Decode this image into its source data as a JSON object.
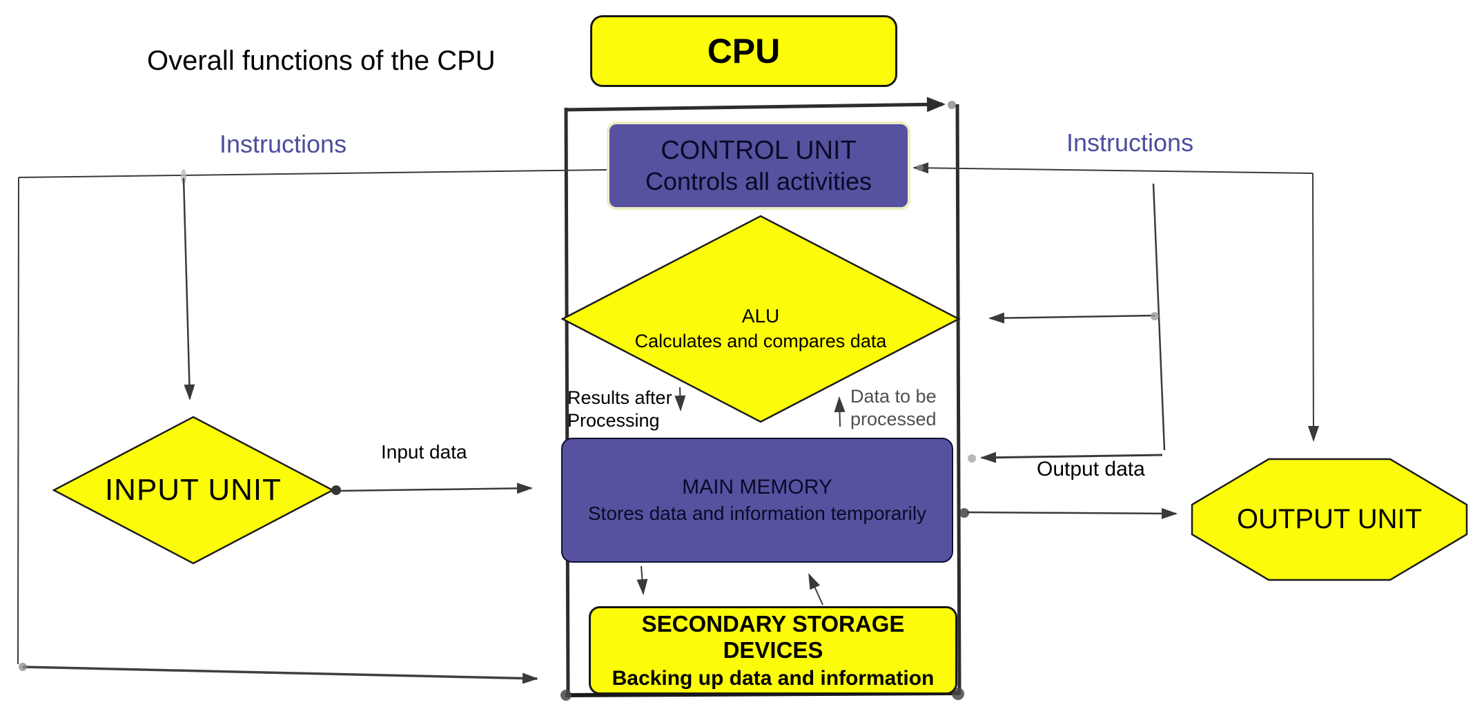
{
  "title": "Overall functions of the CPU",
  "cpu_box": {
    "label": "CPU"
  },
  "cpu_container": {
    "control_unit": {
      "line1": "CONTROL UNIT",
      "line2": "Controls all activities"
    },
    "alu": {
      "line1": "ALU",
      "line2": "Calculates and compares data"
    },
    "main_memory": {
      "line1": "MAIN MEMORY",
      "line2": "Stores data and information temporarily"
    },
    "secondary_storage": {
      "line1": "SECONDARY STORAGE DEVICES",
      "line2": "Backing up data and information"
    }
  },
  "input_unit": {
    "label": "INPUT UNIT"
  },
  "output_unit": {
    "label": "OUTPUT UNIT"
  },
  "labels": {
    "instructions_left": "Instructions",
    "instructions_right": "Instructions",
    "input_data": "Input data",
    "output_data": "Output data",
    "results_after_line1": "Results after",
    "results_after_line2": "Processing",
    "data_to_be_line1": "Data to be",
    "data_to_be_line2": "processed"
  },
  "colors": {
    "shape_yellow": "#fbfb0a",
    "shape_purple": "#56529f",
    "purple_box_text": "#0a0a28",
    "control_unit_glow_border": "#edecc3",
    "instructions_text": "#4c4c9e",
    "secondary_label_gray": "#4f4f4f",
    "connector_line": "#3a3a3a",
    "container_border": "#2d2d2d",
    "text_black": "#000000",
    "background": "#ffffff"
  }
}
